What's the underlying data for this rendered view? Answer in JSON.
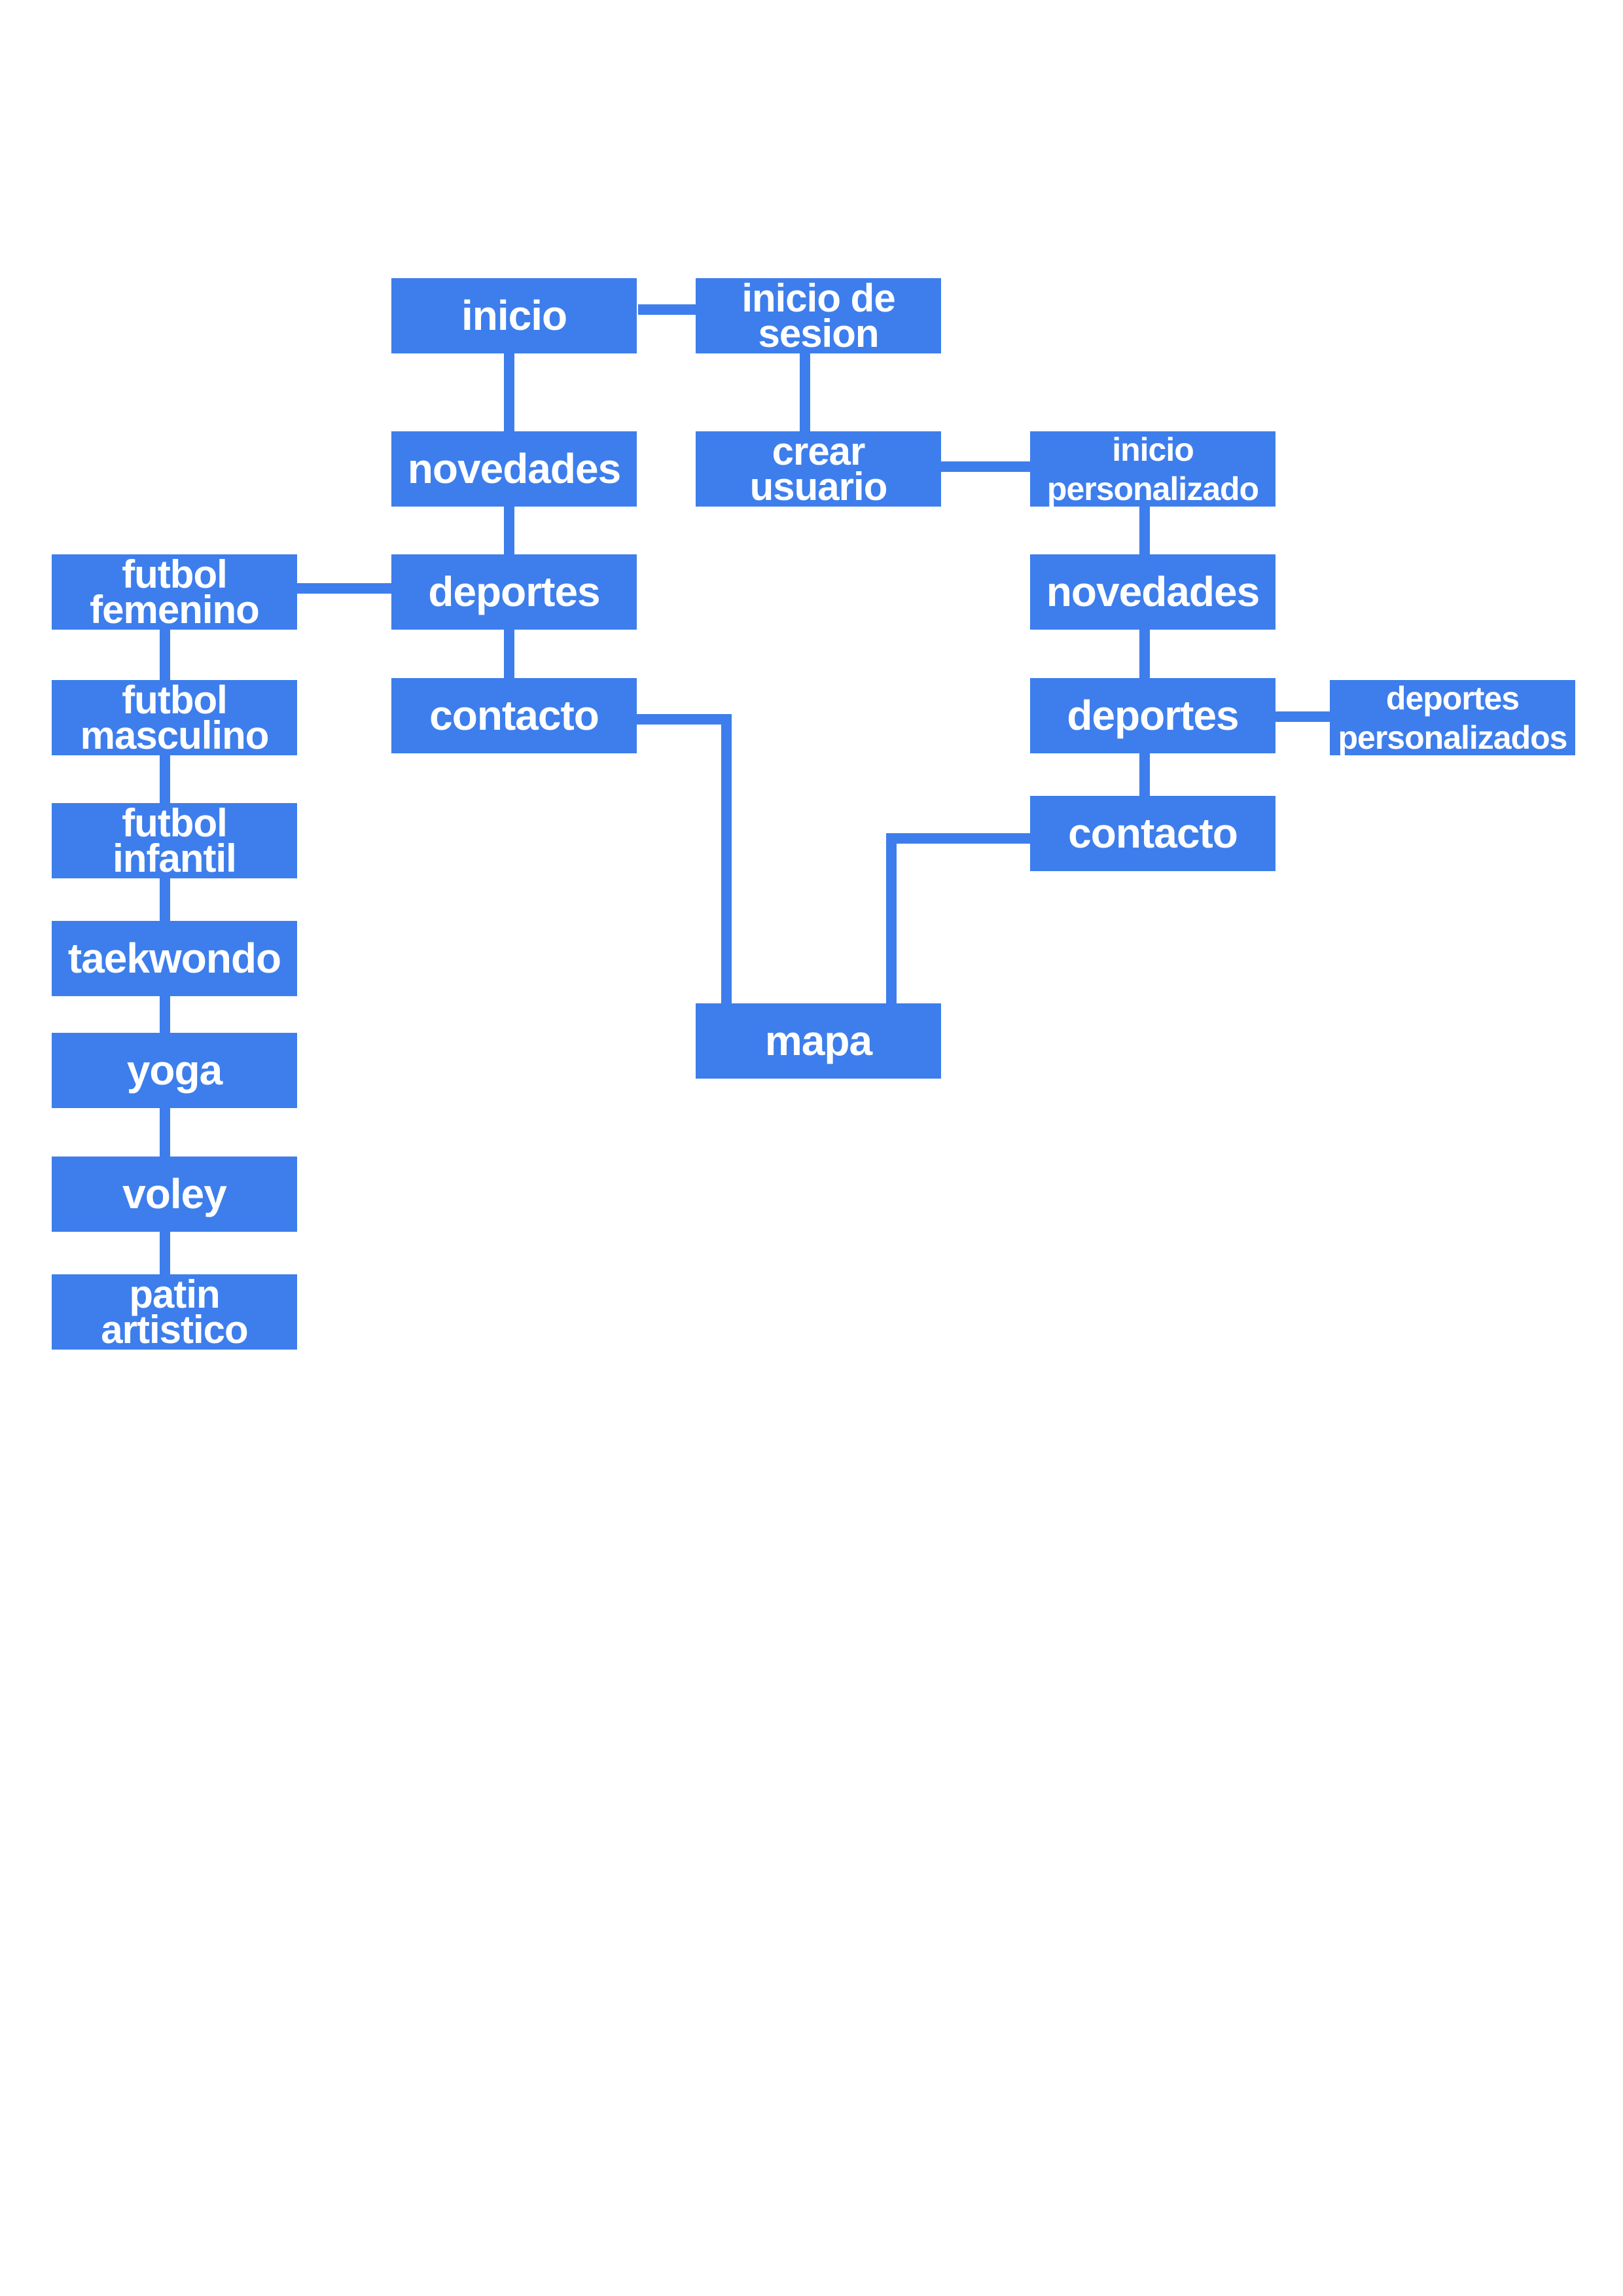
{
  "diagram": {
    "accent_color": "#3d7eec",
    "nodes": {
      "inicio": "inicio",
      "inicio_sesion": "inicio de\nsesion",
      "novedades": "novedades",
      "crear_usuario": "crear\nusuario",
      "inicio_personalizado": "inicio\npersonalizado",
      "deportes": "deportes",
      "contacto": "contacto",
      "futbol_femenino": "futbol\nfemenino",
      "futbol_masculino": "futbol\nmasculino",
      "futbol_infantil": "futbol\ninfantil",
      "taekwondo": "taekwondo",
      "yoga": "yoga",
      "voley": "voley",
      "patin_artistico": "patin\nartistico",
      "novedades_2": "novedades",
      "deportes_2": "deportes",
      "deportes_personalizados": "deportes\npersonalizados",
      "contacto_2": "contacto",
      "mapa": "mapa"
    }
  }
}
